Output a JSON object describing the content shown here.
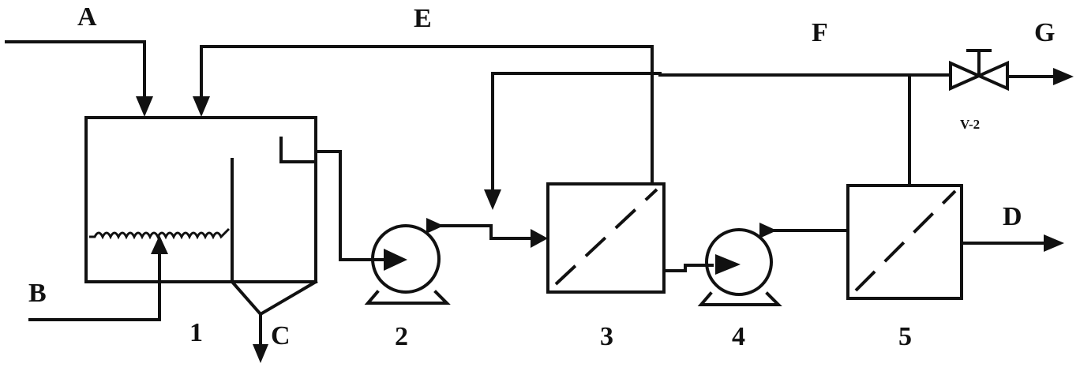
{
  "labels": {
    "streams": {
      "A": "A",
      "B": "B",
      "C": "C",
      "D": "D",
      "E": "E",
      "F": "F",
      "G": "G"
    },
    "units": {
      "u1": "1",
      "u2": "2",
      "u3": "3",
      "u4": "4",
      "u5": "5"
    },
    "valve": "V-2"
  },
  "colors": {
    "ink": "#111111",
    "background": "#ffffff"
  }
}
